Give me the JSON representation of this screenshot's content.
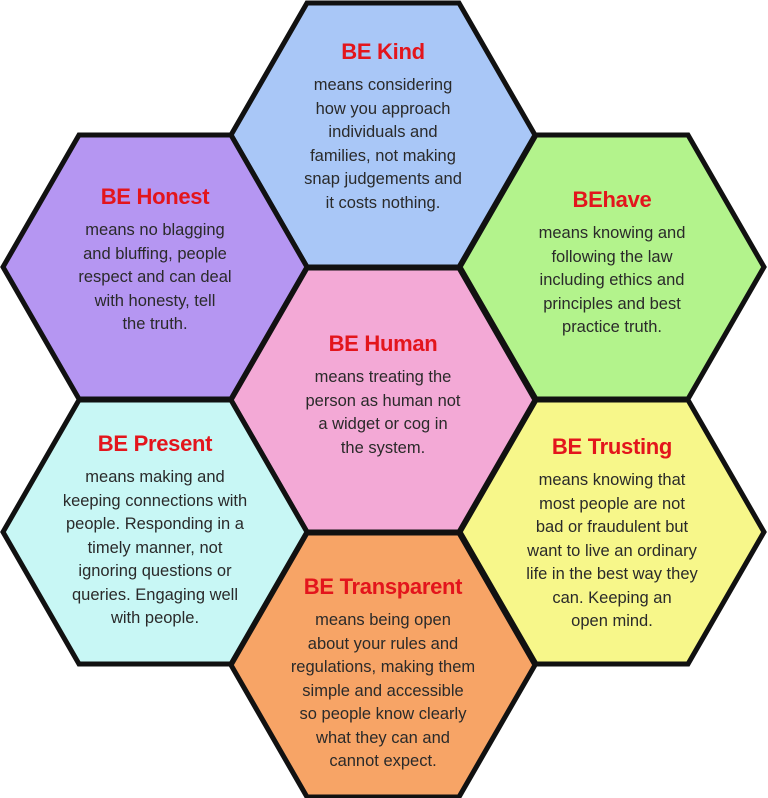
{
  "colors": {
    "title": "#e3151c",
    "outline": "#111111"
  },
  "hexagons": [
    {
      "id": "kind",
      "title": "BE Kind",
      "fill": "#a9c7f7",
      "lines": [
        "means considering",
        "how you approach",
        "individuals and",
        "families, not making",
        "snap judgements and",
        "it costs nothing."
      ]
    },
    {
      "id": "honest",
      "title": "BE Honest",
      "fill": "#b596f2",
      "lines": [
        "means no blagging",
        "and bluffing, people",
        "respect and can deal",
        "with honesty, tell",
        "the truth."
      ]
    },
    {
      "id": "behave",
      "title": "BEhave",
      "fill": "#b3f38c",
      "lines": [
        "means knowing and",
        "following the law",
        "including ethics and",
        "principles and best",
        "practice truth."
      ]
    },
    {
      "id": "human",
      "title": "BE Human",
      "fill": "#f3a9d6",
      "lines": [
        "means treating the",
        "person as human not",
        "a widget or cog in",
        "the system."
      ]
    },
    {
      "id": "present",
      "title": "BE Present",
      "fill": "#c8f7f5",
      "lines": [
        "means making and",
        "keeping connections with",
        "people. Responding in a",
        "timely manner, not",
        "ignoring questions or",
        "queries. Engaging well",
        "with people."
      ]
    },
    {
      "id": "trusting",
      "title": "BE Trusting",
      "fill": "#f7f78a",
      "lines": [
        "means knowing that",
        "most people are not",
        "bad or fraudulent but",
        "want to live an ordinary",
        "life in the best way they",
        "can. Keeping an",
        "open mind."
      ]
    },
    {
      "id": "transparent",
      "title": "BE Transparent",
      "fill": "#f7a466",
      "lines": [
        "means being open",
        "about your rules and",
        "regulations, making them",
        "simple and accessible",
        "so people know clearly",
        "what they can and",
        "cannot expect."
      ]
    }
  ]
}
